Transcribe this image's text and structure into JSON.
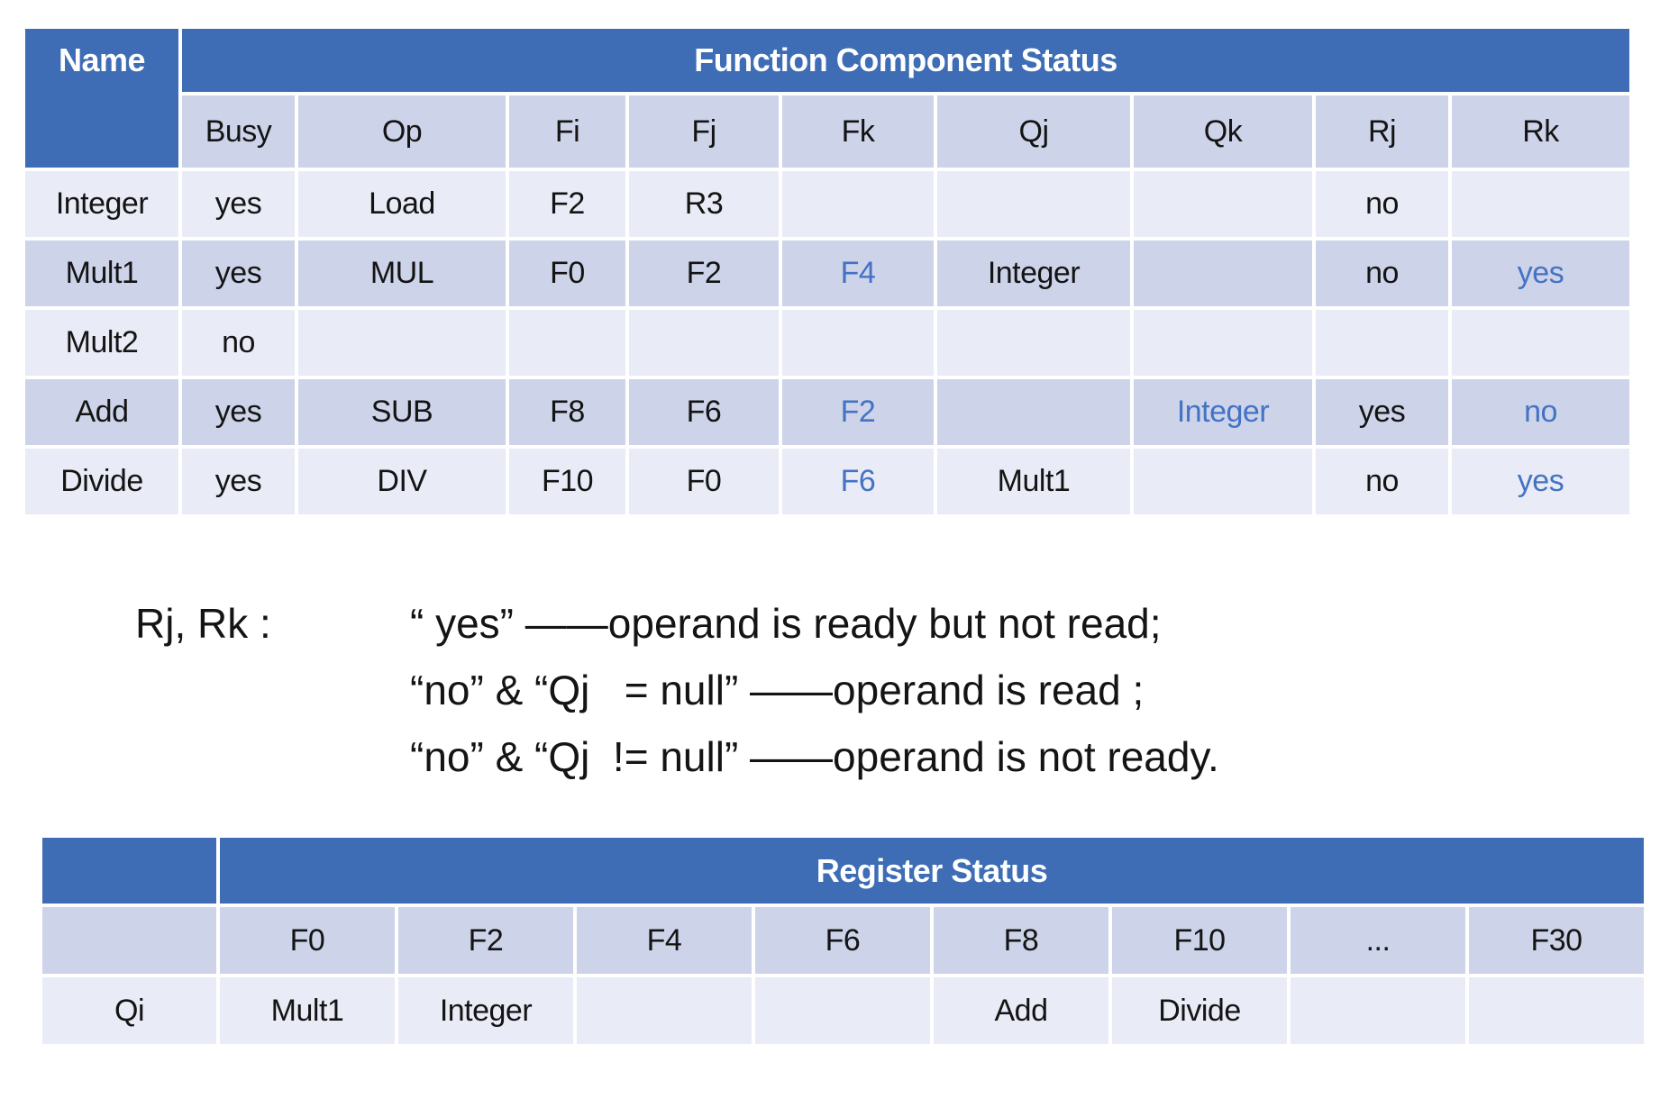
{
  "colors": {
    "header_blue": "#3E6DB5",
    "band_medium": "#CDD3E9",
    "band_light": "#E9EBF6",
    "accent_text_blue": "#4472C4",
    "text_black": "#141414"
  },
  "function_table": {
    "name_header": "Name",
    "title": "Function Component Status",
    "columns": [
      "Busy",
      "Op",
      "Fi",
      "Fj",
      "Fk",
      "Qj",
      "Qk",
      "Rj",
      "Rk"
    ],
    "rows": [
      {
        "name": "Integer",
        "cells": [
          {
            "t": "yes"
          },
          {
            "t": "Load"
          },
          {
            "t": "F2"
          },
          {
            "t": "R3"
          },
          {
            "t": ""
          },
          {
            "t": ""
          },
          {
            "t": ""
          },
          {
            "t": "no"
          },
          {
            "t": ""
          }
        ]
      },
      {
        "name": "Mult1",
        "cells": [
          {
            "t": "yes"
          },
          {
            "t": "MUL"
          },
          {
            "t": "F0"
          },
          {
            "t": "F2"
          },
          {
            "t": "F4",
            "c": "blue"
          },
          {
            "t": "Integer"
          },
          {
            "t": ""
          },
          {
            "t": "no"
          },
          {
            "t": "yes",
            "c": "blue"
          }
        ]
      },
      {
        "name": "Mult2",
        "cells": [
          {
            "t": "no"
          },
          {
            "t": ""
          },
          {
            "t": ""
          },
          {
            "t": ""
          },
          {
            "t": ""
          },
          {
            "t": ""
          },
          {
            "t": ""
          },
          {
            "t": ""
          },
          {
            "t": ""
          }
        ]
      },
      {
        "name": "Add",
        "cells": [
          {
            "t": "yes"
          },
          {
            "t": "SUB"
          },
          {
            "t": "F8"
          },
          {
            "t": "F6"
          },
          {
            "t": "F2",
            "c": "blue"
          },
          {
            "t": ""
          },
          {
            "t": "Integer",
            "c": "blue"
          },
          {
            "t": "yes"
          },
          {
            "t": "no",
            "c": "blue"
          }
        ]
      },
      {
        "name": "Divide",
        "cells": [
          {
            "t": "yes"
          },
          {
            "t": "DIV"
          },
          {
            "t": "F10"
          },
          {
            "t": "F0"
          },
          {
            "t": "F6",
            "c": "blue"
          },
          {
            "t": "Mult1"
          },
          {
            "t": ""
          },
          {
            "t": "no"
          },
          {
            "t": "yes",
            "c": "blue"
          }
        ]
      }
    ]
  },
  "legend": {
    "label": "Rj, Rk :",
    "lines": [
      "“ yes” ——operand is ready but not read;",
      "“no” & “Qj   = null” ——operand is read ;",
      "“no” & “Qj  != null” ——operand is not ready."
    ]
  },
  "register_table": {
    "title": "Register Status",
    "columns": [
      "F0",
      "F2",
      "F4",
      "F6",
      "F8",
      "F10",
      "...",
      "F30"
    ],
    "row_label": "Qi",
    "values": [
      "Mult1",
      "Integer",
      "",
      "",
      "Add",
      "Divide",
      "",
      ""
    ]
  }
}
